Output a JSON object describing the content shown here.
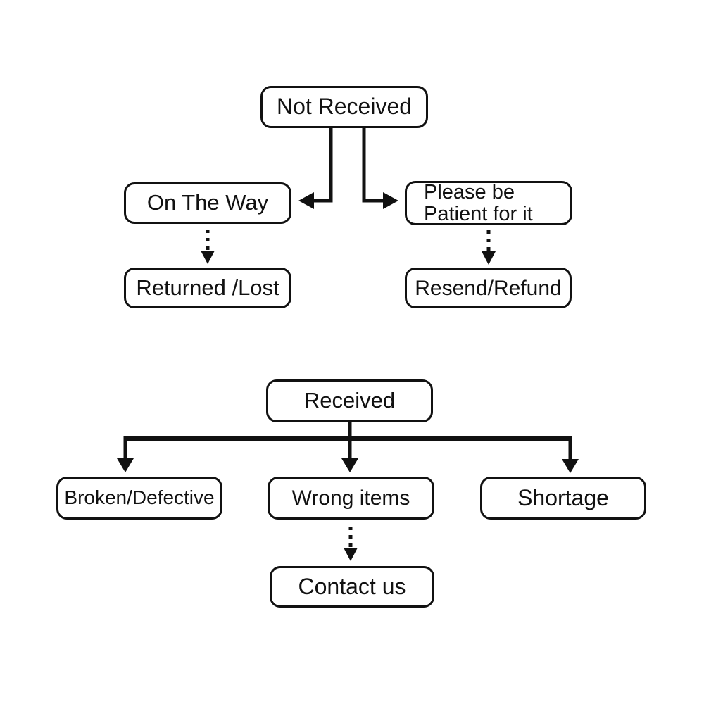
{
  "diagram": {
    "background": "#ffffff",
    "line_color": "#111111",
    "nodes": {
      "not_received": {
        "label": "Not Received"
      },
      "on_the_way": {
        "label": "On The Way"
      },
      "please_be_patient": {
        "line1": "Please be",
        "line2": "Patient for it"
      },
      "returned_lost": {
        "label": "Returned /Lost"
      },
      "resend_refund": {
        "label": "Resend/Refund"
      },
      "received": {
        "label": "Received"
      },
      "broken_defective": {
        "label": "Broken/Defective"
      },
      "wrong_items": {
        "label": "Wrong items"
      },
      "shortage": {
        "label": "Shortage"
      },
      "contact_us": {
        "label": "Contact us"
      }
    }
  }
}
